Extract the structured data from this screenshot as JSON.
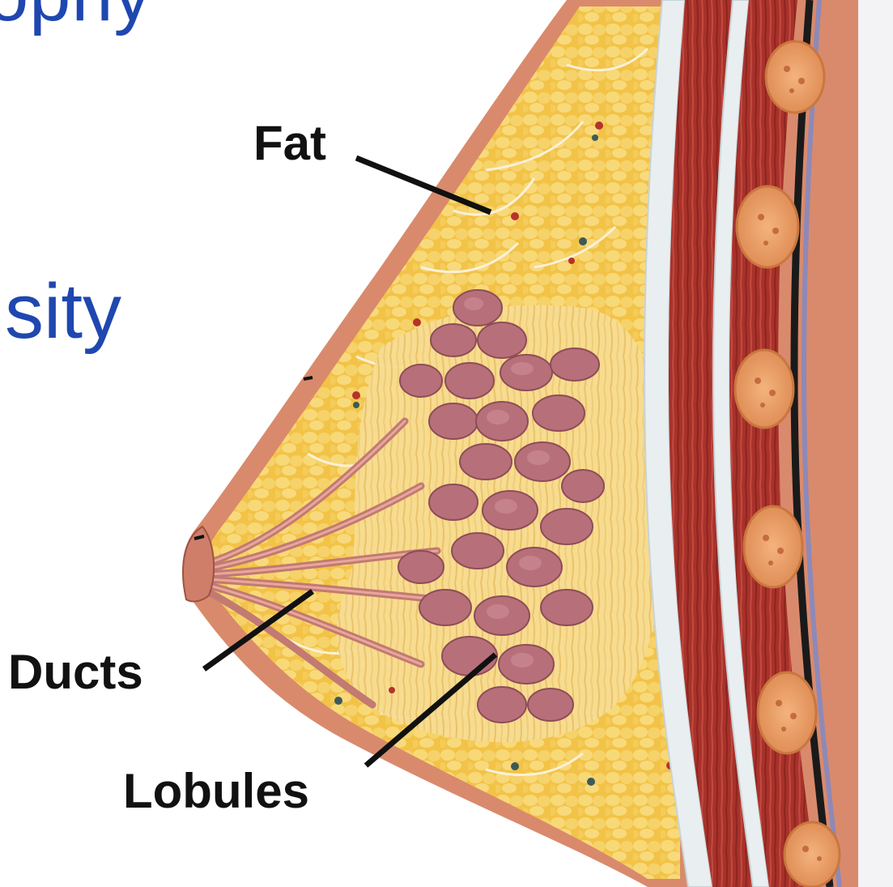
{
  "slide": {
    "title_fragment": "sity",
    "title_fragment_top": "ophy"
  },
  "diagram": {
    "labels": {
      "fat": "Fat",
      "ducts": "Ducts",
      "lobules": "Lobules"
    }
  },
  "colors": {
    "title_blue": "#1f47b0",
    "fat_yellow": "#f2c347",
    "fat_light": "#f9dc82",
    "skin_pink": "#d98a6c",
    "lobule_mauve": "#b7707a",
    "muscle_red": "#a8322b",
    "rib_orange": "#e9a06b",
    "label_black": "#111111"
  }
}
